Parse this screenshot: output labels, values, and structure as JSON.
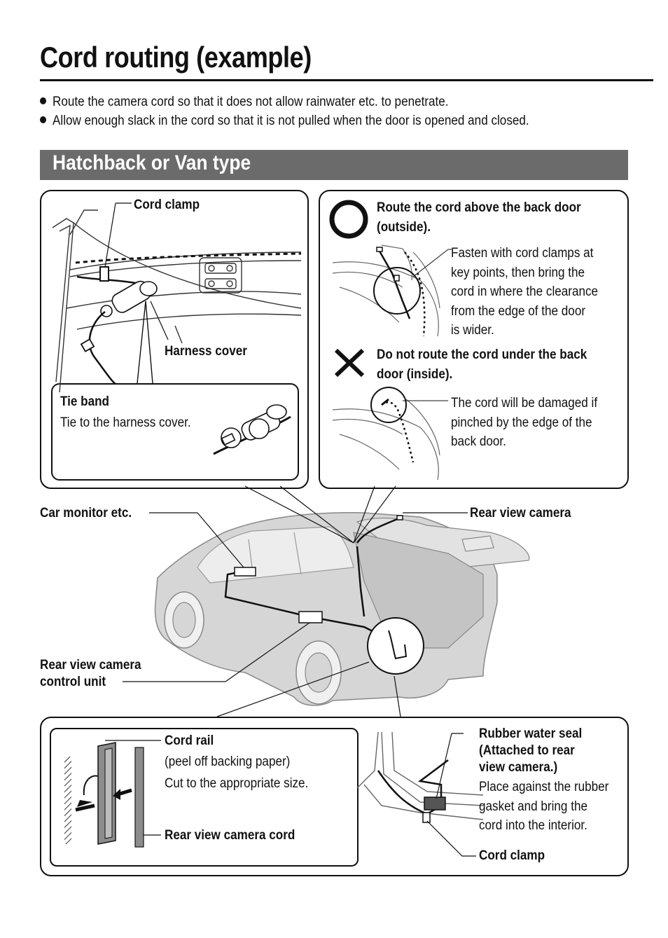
{
  "title": "Cord routing (example)",
  "bullets": [
    "Route the camera cord so that it does not allow rainwater etc. to penetrate.",
    "Allow enough slack in the cord so that it is not pulled when the door is opened and closed."
  ],
  "section_title": "Hatchback or Van type",
  "left_panel": {
    "cord_clamp": "Cord clamp",
    "harness_cover": "Harness cover",
    "tie_band_title": "Tie band",
    "tie_band_text": "Tie to the harness cover."
  },
  "right_panel": {
    "good_icon": "circle-ok-icon",
    "good_title_1": "Route the cord above the back door",
    "good_title_2": "(outside).",
    "good_text": [
      "Fasten with cord clamps at",
      "key points, then bring the",
      "cord in where the clearance",
      "from the edge of the door",
      "is wider."
    ],
    "bad_icon": "cross-ng-icon",
    "bad_title_1": "Do not route the cord under the back",
    "bad_title_2": "door (inside).",
    "bad_text": [
      "The cord will be damaged if",
      "pinched by the edge of the",
      "back door."
    ]
  },
  "car_labels": {
    "car_monitor": "Car monitor etc.",
    "rear_camera": "Rear view camera",
    "control_unit_1": "Rear view camera",
    "control_unit_2": "control unit"
  },
  "bottom_panel": {
    "cord_rail": "Cord rail",
    "peel": "(peel off backing paper)",
    "cut": "Cut to the appropriate size.",
    "camera_cord": "Rear view camera cord",
    "seal_1": "Rubber water seal",
    "seal_2": "(Attached to rear",
    "seal_3": "view camera.)",
    "seal_text": [
      "Place against the rubber",
      "gasket and bring the",
      "cord into the interior."
    ],
    "cord_clamp": "Cord clamp"
  },
  "colors": {
    "section_bar": "#6b6b6b",
    "car_fill": "#cfcfcf"
  }
}
